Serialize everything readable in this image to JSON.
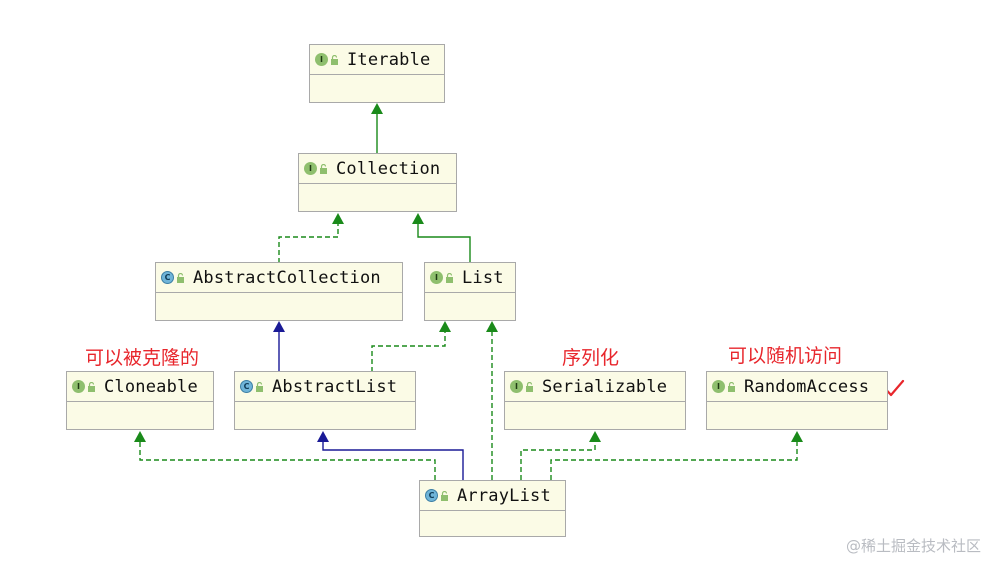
{
  "classes": {
    "iterable": {
      "name": "Iterable",
      "kind": "interface",
      "badge": "I"
    },
    "collection": {
      "name": "Collection",
      "kind": "interface",
      "badge": "I"
    },
    "abstract_collection": {
      "name": "AbstractCollection",
      "kind": "class",
      "badge": "C"
    },
    "list": {
      "name": "List",
      "kind": "interface",
      "badge": "I"
    },
    "cloneable": {
      "name": "Cloneable",
      "kind": "interface",
      "badge": "I"
    },
    "abstract_list": {
      "name": "AbstractList",
      "kind": "class",
      "badge": "C"
    },
    "serializable": {
      "name": "Serializable",
      "kind": "interface",
      "badge": "I"
    },
    "random_access": {
      "name": "RandomAccess",
      "kind": "interface",
      "badge": "I"
    },
    "array_list": {
      "name": "ArrayList",
      "kind": "class",
      "badge": "C"
    }
  },
  "annotations": {
    "cloneable_note": "可以被克隆的",
    "serializable_note": "序列化",
    "random_access_note": "可以随机访问"
  },
  "relationships": [
    {
      "from": "collection",
      "to": "iterable",
      "type": "extends"
    },
    {
      "from": "abstract_collection",
      "to": "collection",
      "type": "implements"
    },
    {
      "from": "list",
      "to": "collection",
      "type": "extends"
    },
    {
      "from": "abstract_list",
      "to": "abstract_collection",
      "type": "class-extends"
    },
    {
      "from": "abstract_list",
      "to": "list",
      "type": "implements"
    },
    {
      "from": "array_list",
      "to": "abstract_list",
      "type": "class-extends"
    },
    {
      "from": "array_list",
      "to": "list",
      "type": "implements"
    },
    {
      "from": "array_list",
      "to": "cloneable",
      "type": "implements"
    },
    {
      "from": "array_list",
      "to": "serializable",
      "type": "implements"
    },
    {
      "from": "array_list",
      "to": "random_access",
      "type": "implements"
    }
  ],
  "colors": {
    "interface_edge": "#1a8a1a",
    "class_edge": "#1a1a96",
    "annotation": "#e8262c",
    "box_fill": "#fbfbe6"
  },
  "watermark": "@稀土掘金技术社区"
}
